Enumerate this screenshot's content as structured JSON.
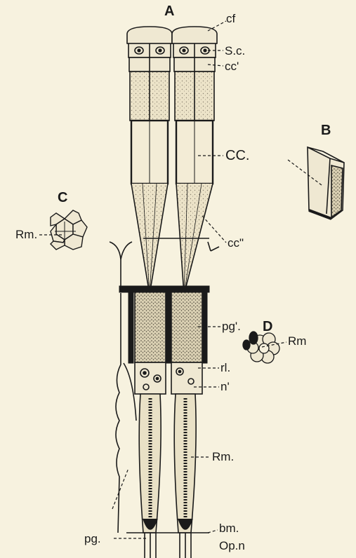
{
  "figure": {
    "background": "#f7f2df",
    "ink": "#1a1a1a",
    "panels": {
      "a": "A",
      "b": "B",
      "c": "C",
      "d": "D"
    },
    "labels": {
      "cf": "cf",
      "sc": "S.c.",
      "cc1": "cc'",
      "cc": "CC.",
      "cc2": "cc\"",
      "rm_c": "Rm.",
      "pg1": "pg'.",
      "rm_d": "Rm",
      "rl": "rl.",
      "n1": "n'",
      "rm_a": "Rm.",
      "bm": "bm.",
      "pg": "pg.",
      "opn": "Op.n"
    }
  }
}
